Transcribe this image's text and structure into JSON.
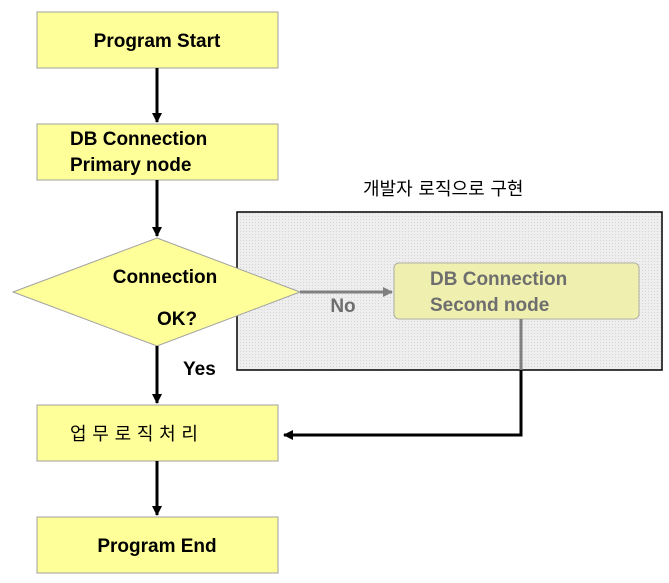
{
  "nodes": {
    "program_start": "Program Start",
    "db_primary_line1": "DB Connection",
    "db_primary_line2": "Primary node",
    "decision_line1": "Connection",
    "decision_line2": "OK?",
    "db_second_line1": "DB Connection",
    "db_second_line2": "Second node",
    "business_logic": "업 무 로 직 처 리",
    "program_end": "Program End"
  },
  "labels": {
    "developer_region": "개발자 로직으로 구현",
    "no": "No",
    "yes": "Yes"
  },
  "colors": {
    "box_fill": "#ffff99",
    "box_stroke": "#a0a0a0",
    "region_fill": "#eeeeee",
    "arrow": "#000000"
  }
}
